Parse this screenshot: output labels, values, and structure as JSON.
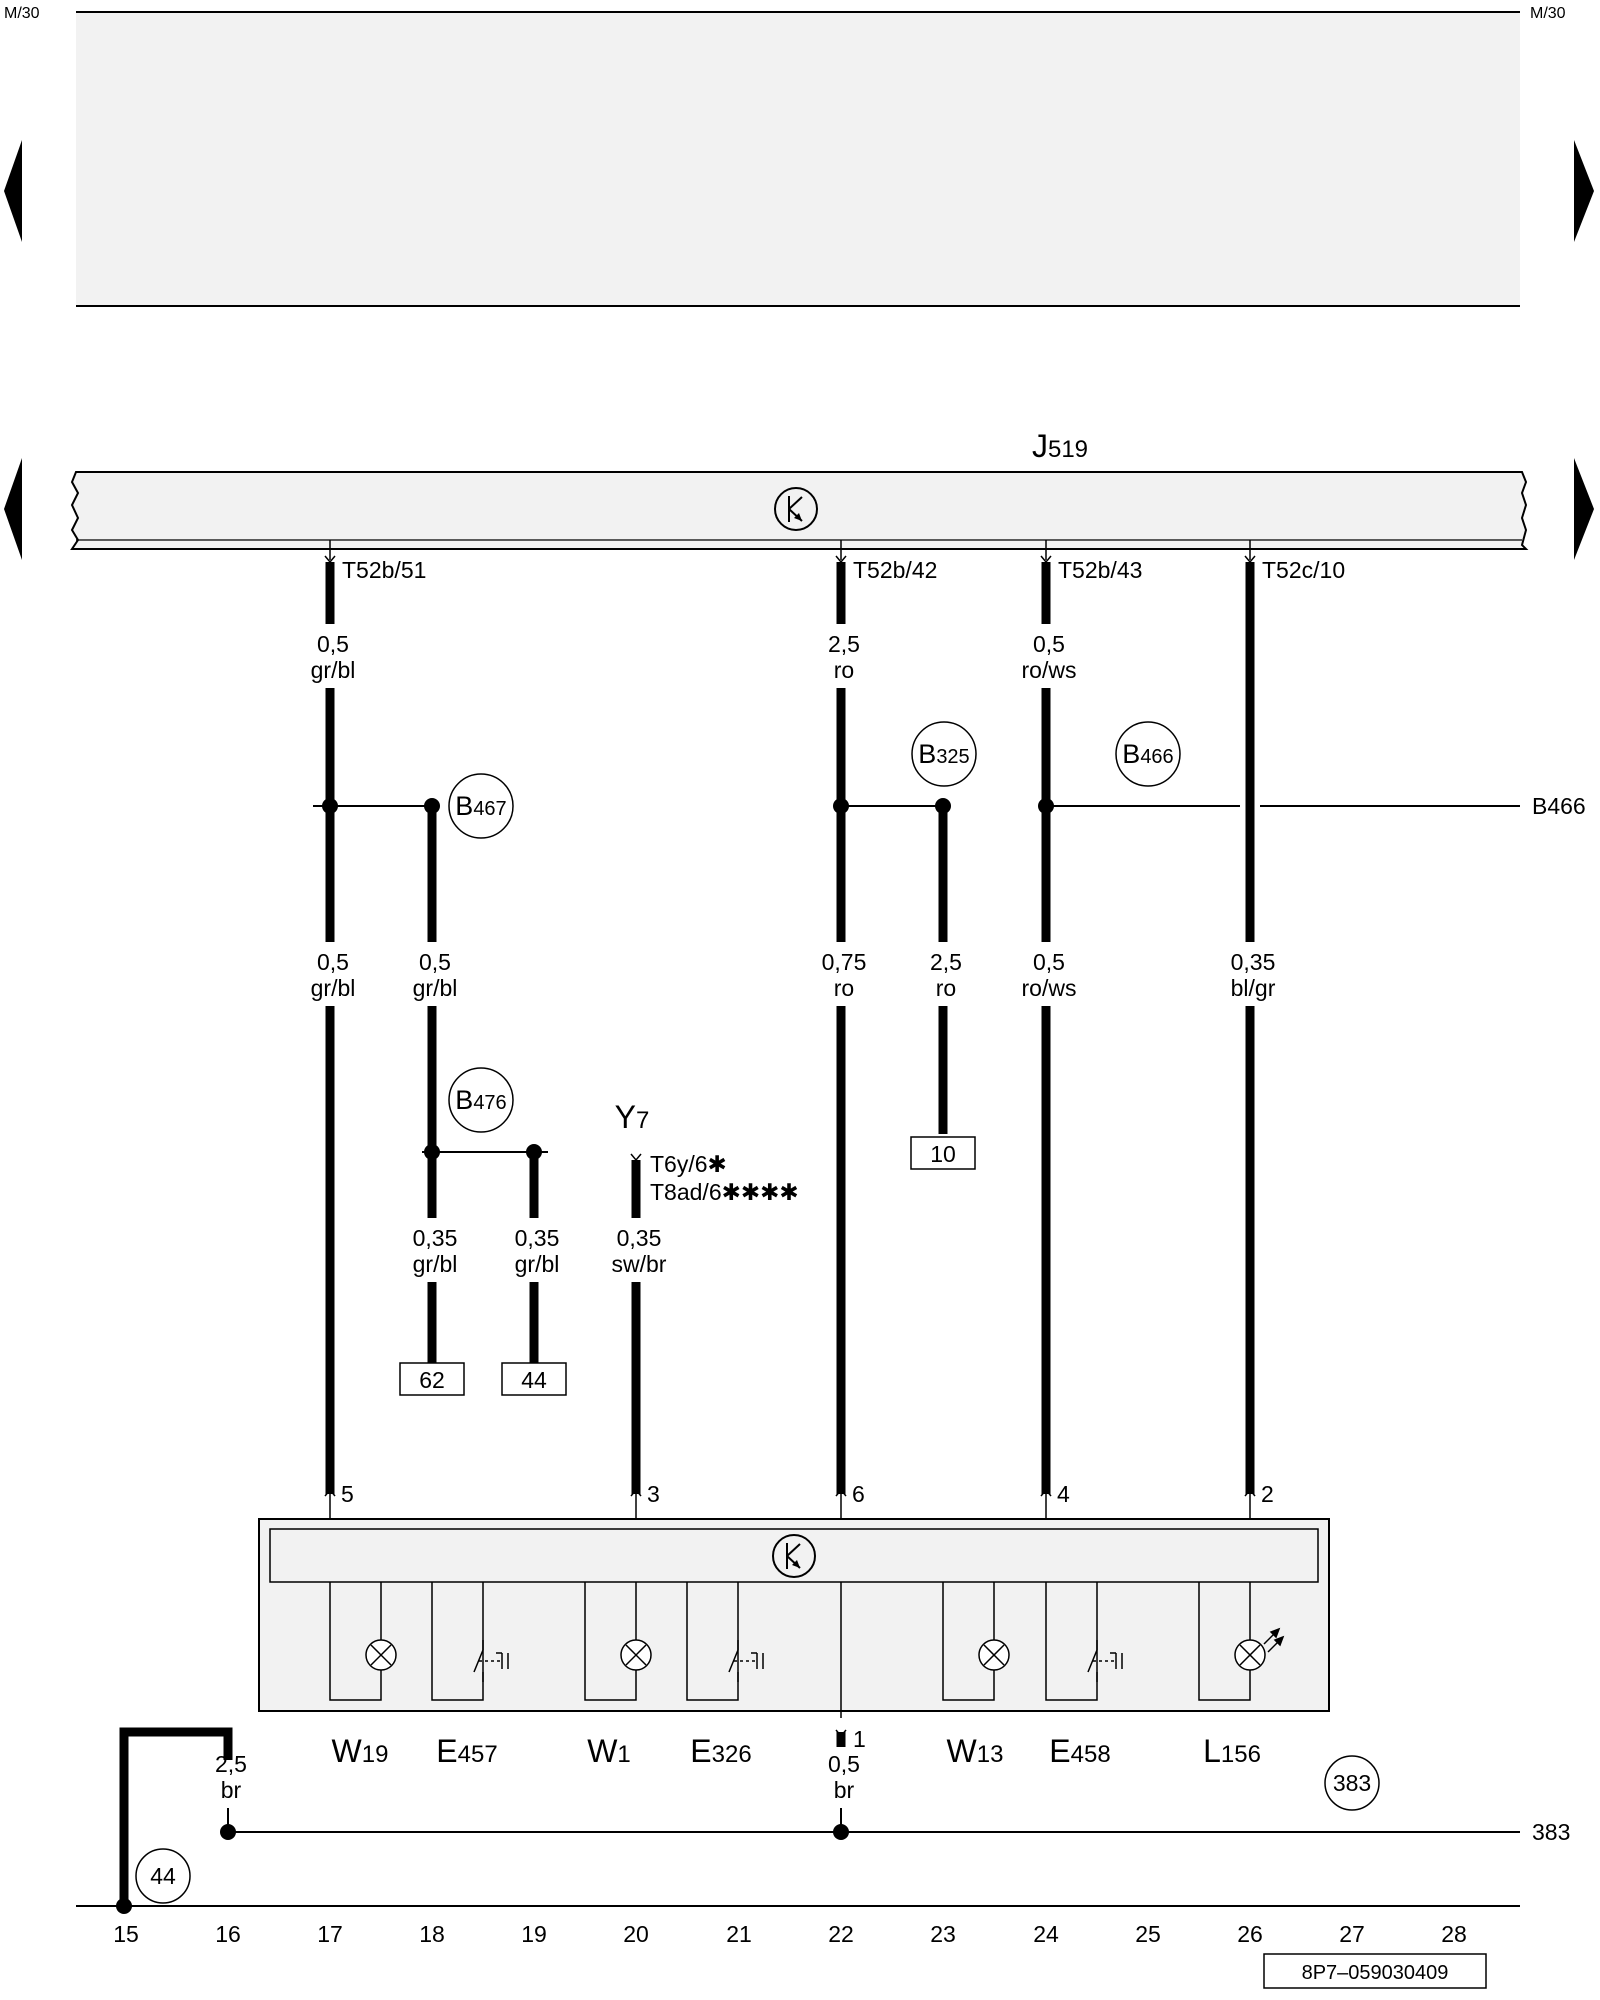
{
  "page_ref": "M/30",
  "footer_code": "8P7–059030409",
  "module": {
    "main": "J",
    "sub": "519"
  },
  "pins_top": [
    "T52b/51",
    "T52b/42",
    "T52b/43",
    "T52c/10"
  ],
  "splices": [
    {
      "main": "B",
      "sub": "467"
    },
    {
      "main": "B",
      "sub": "325"
    },
    {
      "main": "B",
      "sub": "466"
    },
    {
      "main": "B",
      "sub": "476"
    }
  ],
  "right_refs": {
    "b466": "B466",
    "r383": "383"
  },
  "wires": {
    "w17a": {
      "size": "0,5",
      "color": "gr/bl"
    },
    "w22a": {
      "size": "2,5",
      "color": "ro"
    },
    "w24a": {
      "size": "0,5",
      "color": "ro/ws"
    },
    "w17b": {
      "size": "0,5",
      "color": "gr/bl"
    },
    "w18": {
      "size": "0,5",
      "color": "gr/bl"
    },
    "w22b": {
      "size": "0,75",
      "color": "ro"
    },
    "w23": {
      "size": "2,5",
      "color": "ro"
    },
    "w24b": {
      "size": "0,5",
      "color": "ro/ws"
    },
    "w26": {
      "size": "0,35",
      "color": "bl/gr"
    },
    "w18b": {
      "size": "0,35",
      "color": "gr/bl"
    },
    "w19": {
      "size": "0,35",
      "color": "gr/bl"
    },
    "w20": {
      "size": "0,35",
      "color": "sw/br"
    },
    "w16": {
      "size": "2,5",
      "color": "br"
    },
    "w22c": {
      "size": "0,5",
      "color": "br"
    }
  },
  "y7": {
    "main": "Y",
    "sub": "7",
    "pin1": "T6y/6✱",
    "pin2": "T8ad/6✱✱✱✱"
  },
  "ref_boxes": [
    "10",
    "62",
    "44"
  ],
  "switch_pins": [
    "5",
    "3",
    "6",
    "4",
    "2",
    "1"
  ],
  "components": [
    {
      "main": "W",
      "sub": "19"
    },
    {
      "main": "E",
      "sub": "457"
    },
    {
      "main": "W",
      "sub": "1"
    },
    {
      "main": "E",
      "sub": "326"
    },
    {
      "main": "W",
      "sub": "13"
    },
    {
      "main": "E",
      "sub": "458"
    },
    {
      "main": "L",
      "sub": "156"
    }
  ],
  "ground_refs": [
    "383",
    "44"
  ],
  "columns": [
    "15",
    "16",
    "17",
    "18",
    "19",
    "20",
    "21",
    "22",
    "23",
    "24",
    "25",
    "26",
    "27",
    "28"
  ],
  "colors": {
    "line": "#000000",
    "panel": "#f2f2f2",
    "paper": "#ffffff"
  }
}
